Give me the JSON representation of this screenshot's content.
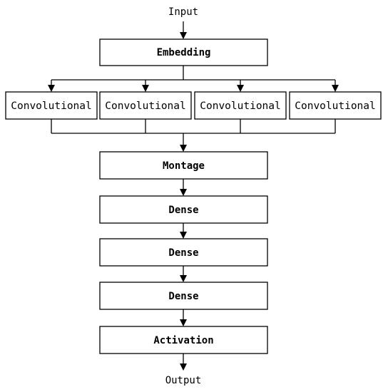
{
  "input_label": "Input",
  "output_label": "Output",
  "embedding": "Embedding",
  "convolutional": [
    "Convolutional",
    "Convolutional",
    "Convolutional",
    "Convolutional"
  ],
  "montage": "Montage",
  "dense": [
    "Dense",
    "Dense",
    "Dense"
  ],
  "activation": "Activation"
}
